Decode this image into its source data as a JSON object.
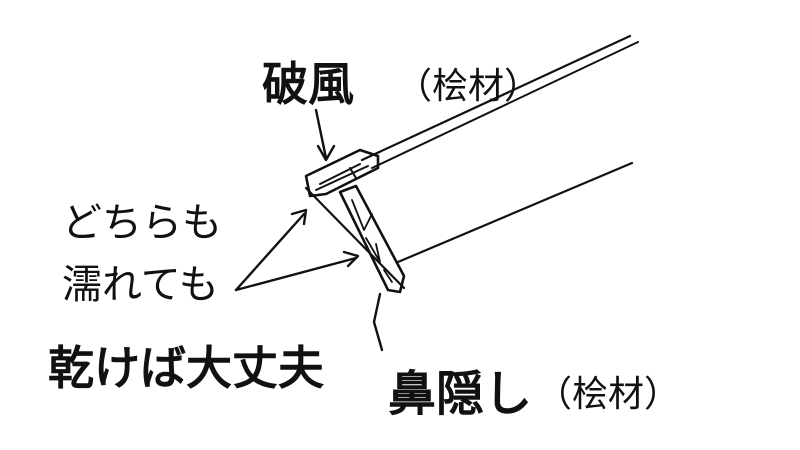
{
  "labels": {
    "top_name": "破風",
    "top_material": "（桧材）",
    "bottom_name": "鼻隠し",
    "bottom_material": "（桧材）",
    "left_line1": "どちらも",
    "left_line2": "濡れても",
    "left_line3": "乾けば大丈夫"
  }
}
